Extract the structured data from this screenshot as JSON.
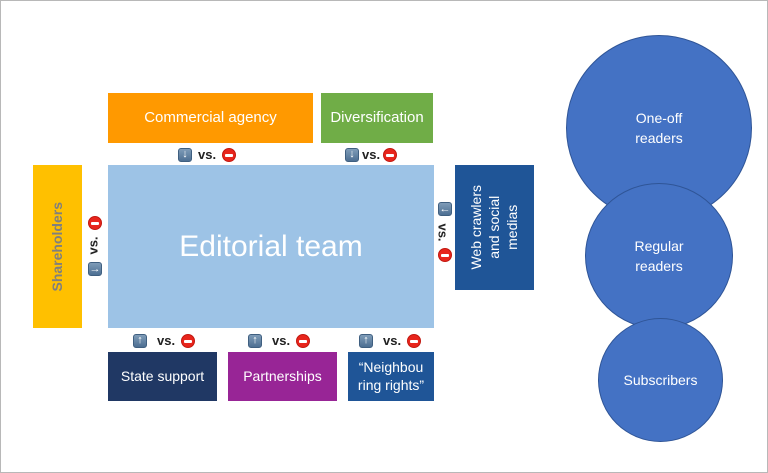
{
  "diagram": {
    "center": {
      "label": "Editorial team",
      "color": "#9dc3e6"
    },
    "top": [
      {
        "label": "Commercial agency",
        "color": "#ff9900",
        "relation": {
          "icon": "arrow-down-icon",
          "vs": "vs.",
          "opposed": "no-entry-icon"
        }
      },
      {
        "label": "Diversification",
        "color": "#70ad47",
        "relation": {
          "icon": "arrow-down-icon",
          "vs": "vs.",
          "opposed": "no-entry-icon"
        }
      }
    ],
    "left": {
      "label": "Shareholders",
      "color": "#ffc000",
      "text_color": "#7f7f7f",
      "relation": {
        "icon": "arrow-right-icon",
        "vs": "vs.",
        "opposed": "no-entry-icon"
      }
    },
    "right": {
      "label_lines": [
        "Web crawlers",
        "and social",
        "medias"
      ],
      "color": "#1f5597",
      "relation": {
        "icon": "arrow-left-icon",
        "vs": "vs.",
        "opposed": "no-entry-icon"
      }
    },
    "bottom": [
      {
        "label": "State support",
        "color": "#203864",
        "relation": {
          "icon": "arrow-up-icon",
          "vs": "vs.",
          "opposed": "no-entry-icon"
        }
      },
      {
        "label": "Partnerships",
        "color": "#982596",
        "relation": {
          "icon": "arrow-up-icon",
          "vs": "vs.",
          "opposed": "no-entry-icon"
        }
      },
      {
        "label_lines": [
          "“Neighbou",
          "ring rights”"
        ],
        "color": "#1f5597",
        "relation": {
          "icon": "arrow-up-icon",
          "vs": "vs.",
          "opposed": "no-entry-icon"
        }
      }
    ],
    "readers": [
      {
        "label_lines": [
          "One-off",
          "readers"
        ]
      },
      {
        "label_lines": [
          "Regular",
          "readers"
        ]
      },
      {
        "label_lines": [
          "Subscribers"
        ]
      }
    ],
    "circle_color": "#4472c4"
  }
}
